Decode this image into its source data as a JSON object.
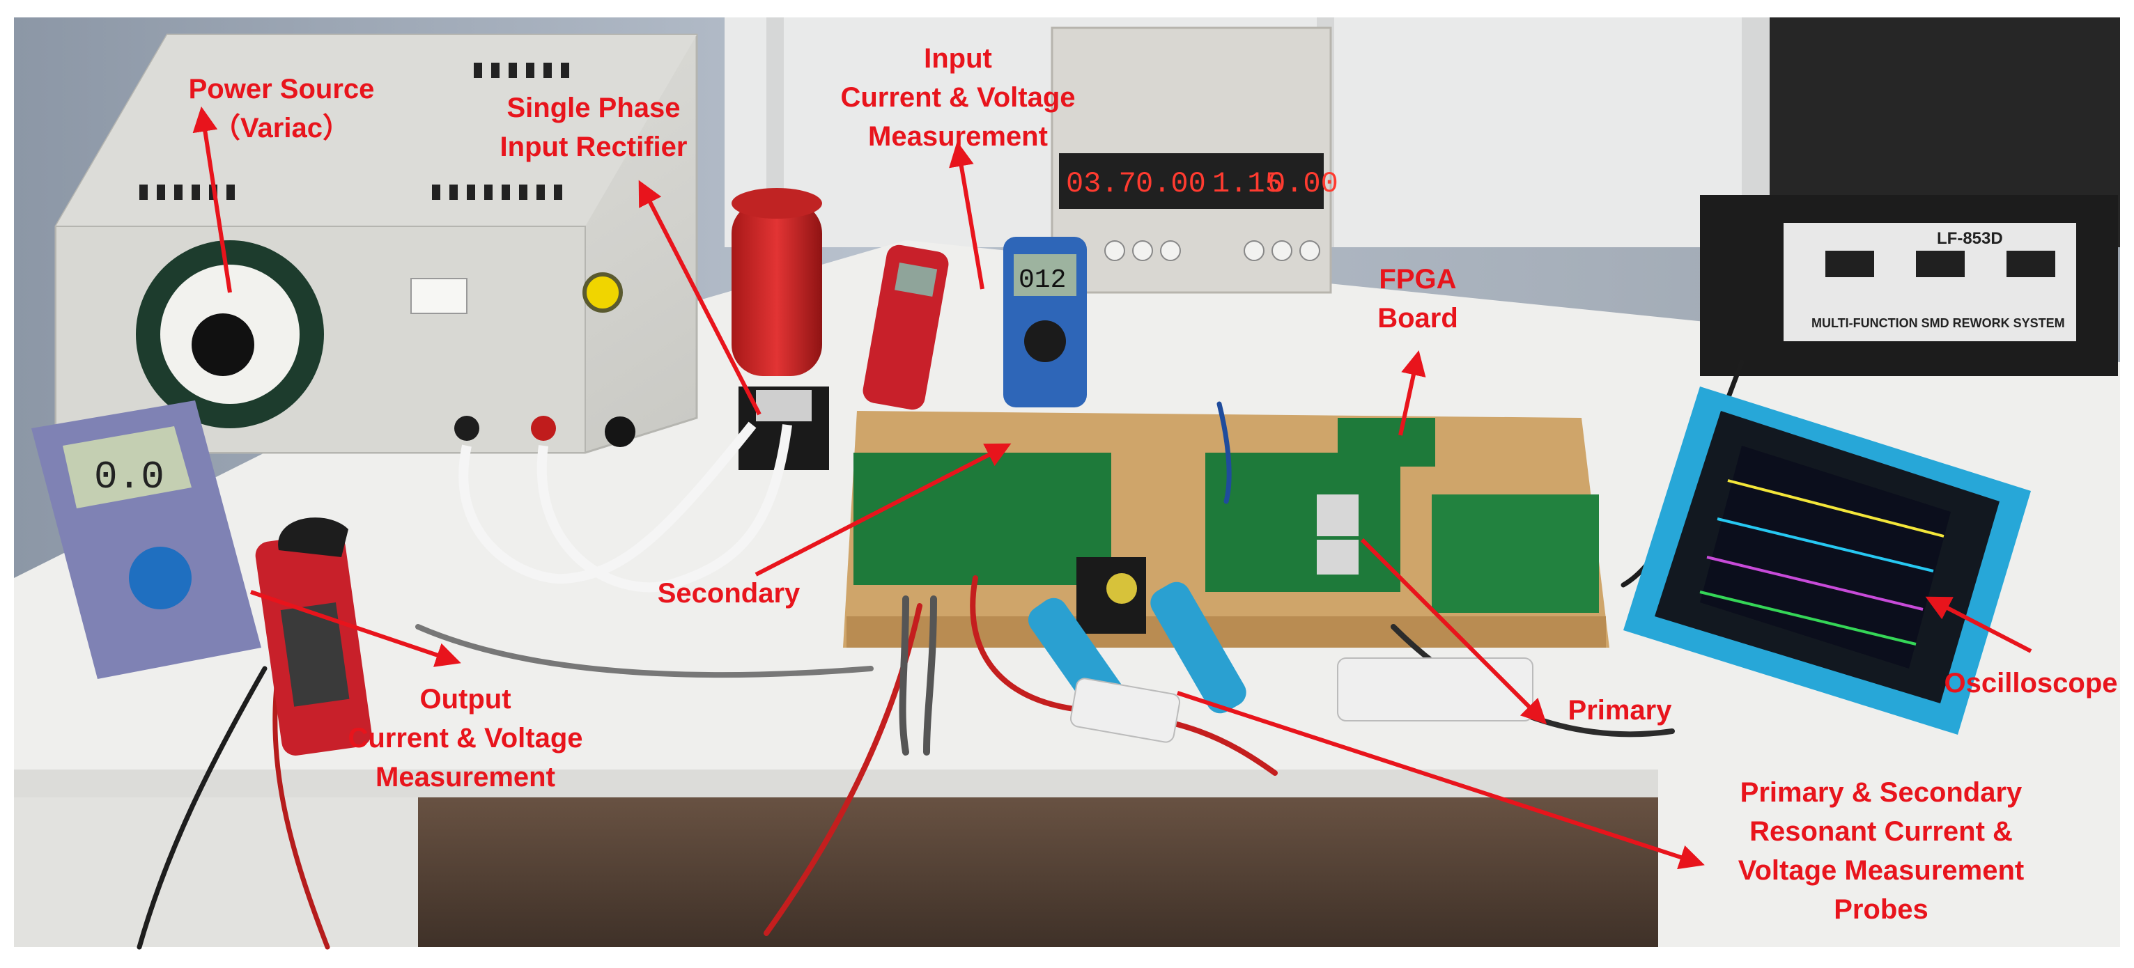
{
  "labels": {
    "power_source": [
      "Power Source",
      "（Variac）"
    ],
    "input_rectifier": [
      "Single Phase",
      "Input Rectifier"
    ],
    "input_measurement": [
      "Input",
      "Current & Voltage",
      "Measurement"
    ],
    "fpga_board": [
      "FPGA",
      "Board"
    ],
    "secondary": [
      "Secondary"
    ],
    "primary": [
      "Primary"
    ],
    "oscilloscope": [
      "Oscilloscope"
    ],
    "output_measurement": [
      "Output",
      "Current & Voltage",
      "Measurement"
    ],
    "resonant_probes": [
      "Primary & Secondary",
      "Resonant Current &",
      "Voltage Measurement",
      "Probes"
    ]
  },
  "equipment_text": {
    "power_supply_left_display": "03.7",
    "power_supply_left_display_2": "0.00",
    "power_supply_right_display": "1.15",
    "power_supply_right_display_2": "0.00",
    "rework_station_model": "LF-853D",
    "rework_station_name": "MULTI-FUNCTION SMD REWORK SYSTEM",
    "multimeter_reading": "0.0",
    "input_multimeter_reading": "012"
  },
  "colors": {
    "annotation": "#e8141c",
    "bench": "#eeeeec",
    "wood": "#cfa56a",
    "pcb": "#1e7a3a",
    "scope_frame": "#27a7d8"
  }
}
